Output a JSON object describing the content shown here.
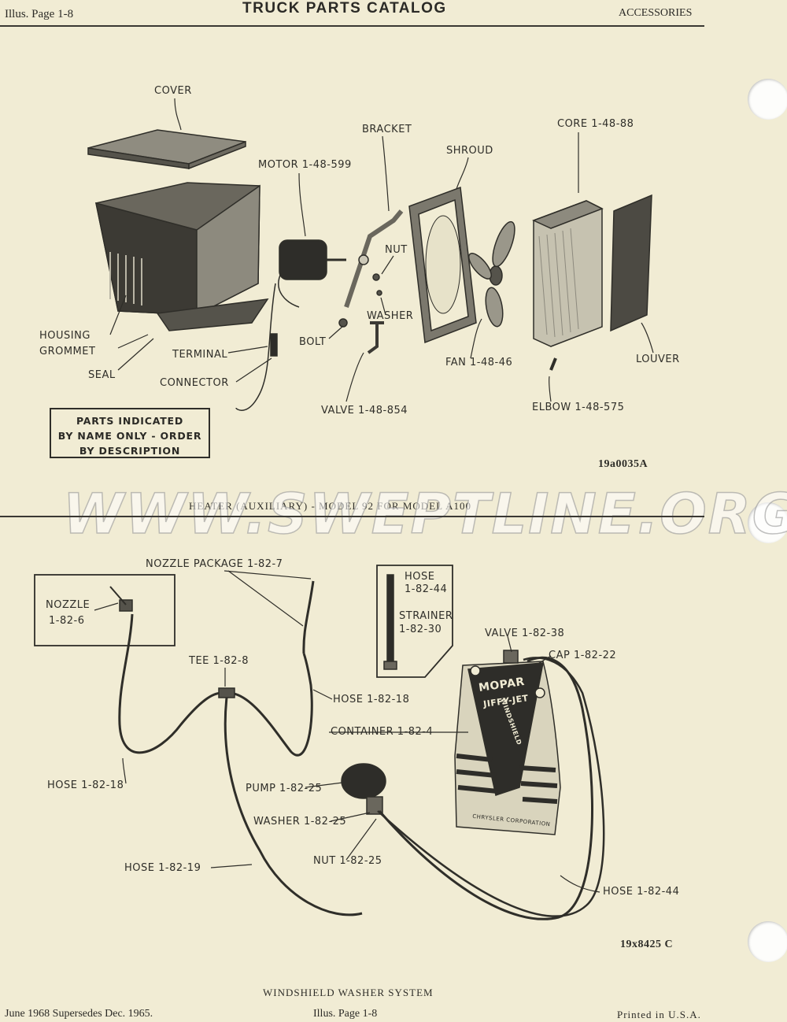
{
  "header": {
    "left": "Illus. Page 1-8",
    "center": "TRUCK PARTS CATALOG",
    "right": "ACCESSORIES"
  },
  "heater": {
    "labels": {
      "cover": "COVER",
      "motor": "MOTOR 1-48-599",
      "bracket": "BRACKET",
      "shroud": "SHROUD",
      "core": "CORE 1-48-88",
      "nut": "NUT",
      "washer": "WASHER",
      "housing": "HOUSING",
      "grommet": "GROMMET",
      "seal": "SEAL",
      "terminal": "TERMINAL",
      "connector": "CONNECTOR",
      "bolt": "BOLT",
      "valve": "VALVE 1-48-854",
      "fan": "FAN 1-48-46",
      "louver": "LOUVER",
      "elbow": "ELBOW 1-48-575"
    },
    "note": [
      "PARTS INDICATED",
      "BY NAME ONLY - ORDER",
      "BY DESCRIPTION"
    ],
    "figure_code": "19a0035A",
    "caption": "HEATER (AUXILIARY) - MODEL 92 FOR MODEL A100"
  },
  "watermark": "WWW.SWEPTLINE.ORG",
  "washer": {
    "labels": {
      "nozzle_package": "NOZZLE PACKAGE 1-82-7",
      "nozzle": "NOZZLE",
      "nozzle_num": "1-82-6",
      "hose_inset": "HOSE",
      "hose_inset_num": "1-82-44",
      "strainer": "STRAINER",
      "strainer_num": "1-82-30",
      "valve": "VALVE 1-82-38",
      "cap": "CAP 1-82-22",
      "tee": "TEE 1-82-8",
      "hose_18_top": "HOSE 1-82-18",
      "container": "CONTAINER 1-82-4",
      "hose_18_left": "HOSE 1-82-18",
      "pump": "PUMP 1-82-25",
      "washer": "WASHER 1-82-25",
      "nut": "NUT 1-82-25",
      "hose_19": "HOSE 1-82-19",
      "hose_44": "HOSE 1-82-44"
    },
    "container_text": {
      "brand": "MOPAR",
      "product": "JIFFY-JET",
      "type": "WINDSHIELD",
      "maker": "CHRYSLER CORPORATION"
    },
    "figure_code": "19x8425 C",
    "caption": "WINDSHIELD WASHER SYSTEM"
  },
  "footer": {
    "left": "June 1968 Supersedes Dec. 1965.",
    "center": "Illus. Page 1-8",
    "right": "Printed in U.S.A."
  }
}
